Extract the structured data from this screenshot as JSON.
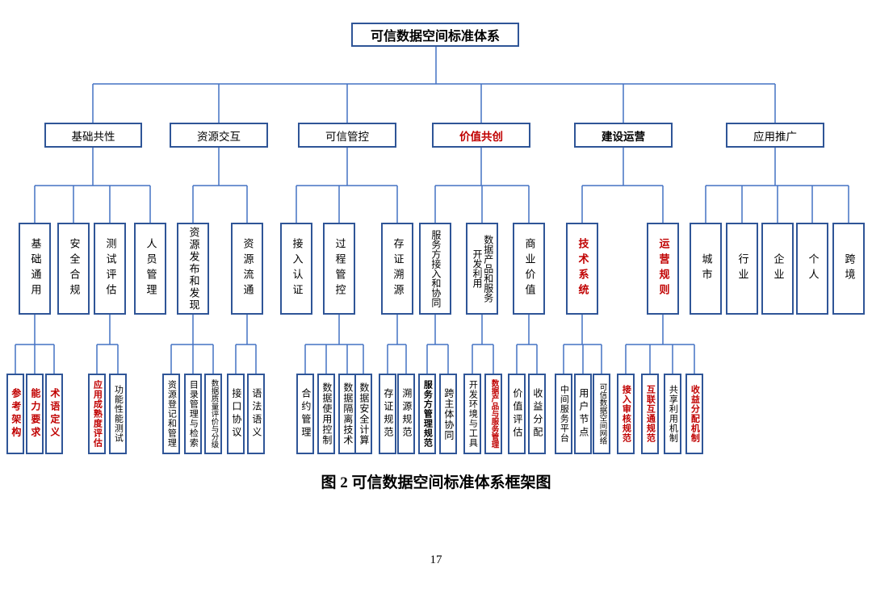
{
  "colors": {
    "box_border": "#2F5597",
    "connector_line": "#4472C4",
    "accent_red": "#C00000",
    "text": "#000000"
  },
  "caption": "图 2 可信数据空间标准体系框架图",
  "page_number": "17",
  "tree": {
    "root": {
      "label": "可信数据空间标准体系"
    },
    "branches": [
      {
        "label": "基础共性",
        "children": [
          {
            "label": "基础通用",
            "children": [
              {
                "label": "参考架构"
              },
              {
                "label": "能力要求"
              },
              {
                "label": "术语定义"
              }
            ]
          },
          {
            "label": "安全合规"
          },
          {
            "label": "测试评估",
            "children": [
              {
                "label": "应用成熟度评估"
              },
              {
                "label": "功能性能测试"
              }
            ]
          },
          {
            "label": "人员管理"
          }
        ]
      },
      {
        "label": "资源交互",
        "children": [
          {
            "label": "资源发布和发现",
            "children": [
              {
                "label": "资源登记和管理"
              },
              {
                "label": "目录管理与检索"
              },
              {
                "label": "数据质量评价与分级"
              }
            ]
          },
          {
            "label": "资源流通",
            "children": [
              {
                "label": "接口协议"
              },
              {
                "label": "语法语义"
              }
            ]
          }
        ]
      },
      {
        "label": "可信管控",
        "children": [
          {
            "label": "接入认证"
          },
          {
            "label": "过程管控",
            "children": [
              {
                "label": "合约管理"
              },
              {
                "label": "数据使用控制"
              },
              {
                "label": "数据隔离技术"
              },
              {
                "label": "数据安全计算"
              }
            ]
          },
          {
            "label": "存证溯源",
            "children": [
              {
                "label": "存证规范"
              },
              {
                "label": "溯源规范"
              }
            ]
          }
        ]
      },
      {
        "label": "价值共创",
        "children": [
          {
            "label": "服务方接入和协同",
            "children": [
              {
                "label": "服务方管理规范"
              },
              {
                "label": "跨主体协同"
              }
            ]
          },
          {
            "label": "数据产品和服务\n开发利用",
            "children": [
              {
                "label": "开发环境与工具"
              },
              {
                "label": "数据产品与服务管理"
              }
            ]
          },
          {
            "label": "商业价值",
            "children": [
              {
                "label": "价值评估"
              },
              {
                "label": "收益分配"
              }
            ]
          }
        ]
      },
      {
        "label": "建设运营",
        "children": [
          {
            "label": "技术系统",
            "children": [
              {
                "label": "中间服务平台"
              },
              {
                "label": "用户节点"
              },
              {
                "label": "可信数据空间网络"
              }
            ]
          },
          {
            "label": "运营规则",
            "children": [
              {
                "label": "接入审核规范"
              },
              {
                "label": "互联互通规范"
              },
              {
                "label": "共享利用机制"
              },
              {
                "label": "收益分配机制"
              }
            ]
          }
        ]
      },
      {
        "label": "应用推广",
        "children": [
          {
            "label": "城市"
          },
          {
            "label": "行业"
          },
          {
            "label": "企业"
          },
          {
            "label": "个人"
          },
          {
            "label": "跨境"
          }
        ]
      }
    ]
  }
}
